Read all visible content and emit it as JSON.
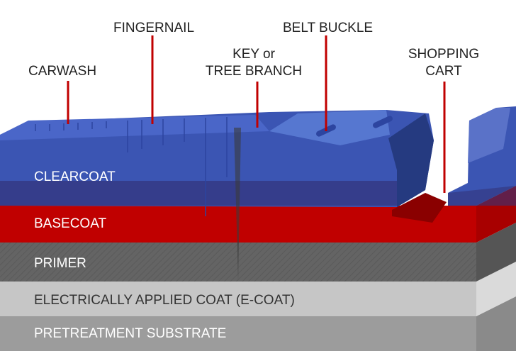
{
  "callouts": {
    "carwash": "CARWASH",
    "fingernail": "FINGERNAIL",
    "key_line1": "KEY or",
    "key_line2": "TREE BRANCH",
    "belt_buckle": "BELT BUCKLE",
    "cart_line1": "SHOPPING",
    "cart_line2": "CART"
  },
  "layers": {
    "clearcoat": "CLEARCOAT",
    "basecoat": "BASECOAT",
    "primer": "PRIMER",
    "ecoat": "ELECTRICALLY APPLIED COAT (E-COAT)",
    "pretreatment": "PRETREATMENT SUBSTRATE"
  },
  "colors": {
    "clearcoat": "#3b55b3",
    "basecoat": "#c00000",
    "primer": "#646464",
    "ecoat": "#c8c8c8",
    "pretreatment": "#9a9a9a",
    "pointer": "#c00000"
  }
}
